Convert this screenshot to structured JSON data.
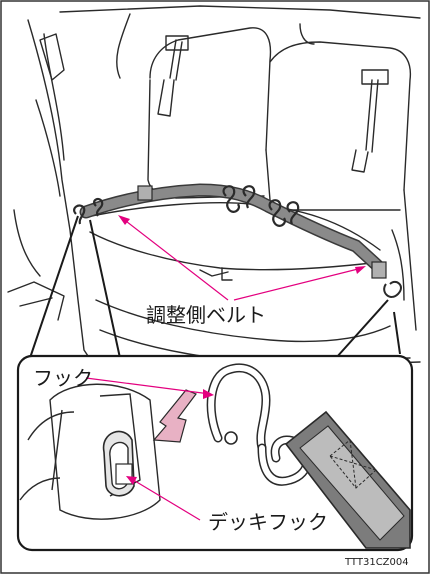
{
  "labels": {
    "adjustment_belt": "調整側ベルト",
    "hook": "フック",
    "deck_hook": "デッキフック"
  },
  "figure_code": "TTT31CZ004",
  "colors": {
    "callout_line": "#e3007f",
    "belt_fill": "#8a8a8a",
    "line_art": "#2a2a2a",
    "arrow_fill": "#e8b1c4",
    "strap_fill": "#7c7c7c"
  }
}
